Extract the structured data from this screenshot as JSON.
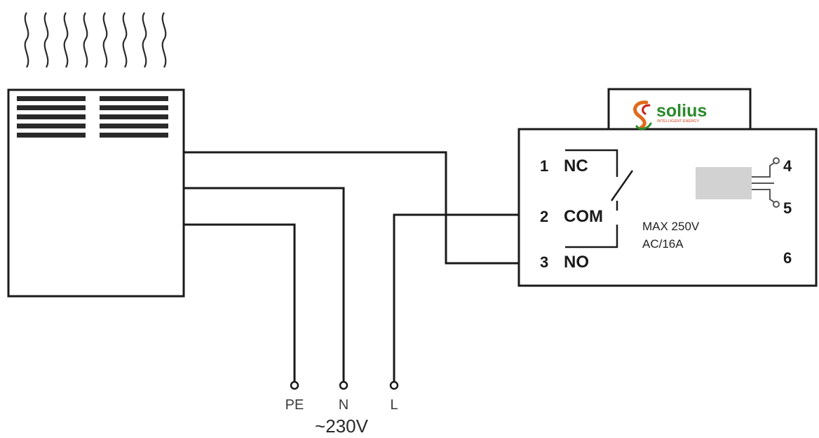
{
  "brand": {
    "name": "solius",
    "tagline": "INTELLIGENT ENERGY",
    "colors": {
      "green": "#2a8a2a",
      "orange": "#e06a1a",
      "red": "#c8201a"
    }
  },
  "relay": {
    "contacts": [
      {
        "number": "1",
        "name": "NC"
      },
      {
        "number": "2",
        "name": "COM"
      },
      {
        "number": "3",
        "name": "NO"
      }
    ],
    "coil_terminals": [
      "4",
      "5",
      "6"
    ],
    "rating_line1": "MAX 250V",
    "rating_line2": "AC/16A"
  },
  "supply": {
    "terminals": [
      "PE",
      "N",
      "L"
    ],
    "voltage": "~230V"
  },
  "icons": {
    "heat_waves": "heat-waves-icon",
    "heater": "convector-heater-icon",
    "logo": "solius-logo-icon"
  }
}
